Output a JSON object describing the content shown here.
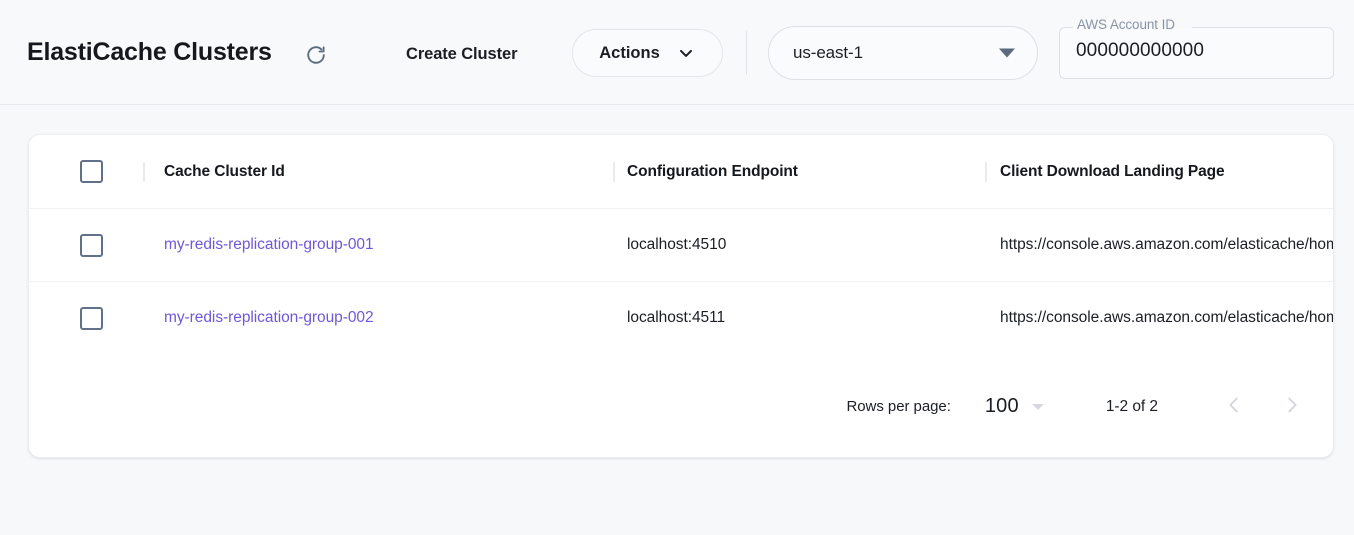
{
  "header": {
    "title": "ElastiCache Clusters",
    "refresh_icon": "refresh-icon",
    "create_cluster_label": "Create Cluster",
    "actions_label": "Actions",
    "actions_caret_icon": "chevron-down-icon",
    "region": {
      "value": "us-east-1",
      "caret_icon": "caret-down-icon"
    },
    "account": {
      "label": "AWS Account ID",
      "value": "000000000000"
    }
  },
  "table": {
    "columns": [
      "Cache Cluster Id",
      "Configuration Endpoint",
      "Client Download Landing Page"
    ],
    "rows": [
      {
        "cluster_id": "my-redis-replication-group-001",
        "endpoint": "localhost:4510",
        "landing_page": "https://console.aws.amazon.com/elasticache/home"
      },
      {
        "cluster_id": "my-redis-replication-group-002",
        "endpoint": "localhost:4511",
        "landing_page": "https://console.aws.amazon.com/elasticache/home"
      }
    ]
  },
  "pagination": {
    "rows_per_page_label": "Rows per page:",
    "rows_per_page_value": "100",
    "range_label": "1-2 of 2",
    "prev_icon": "chevron-left-icon",
    "next_icon": "chevron-right-icon"
  },
  "colors": {
    "link": "#7257d8",
    "page_bg": "#f7f8fa",
    "card_bg": "#ffffff",
    "text": "#1b1f24"
  }
}
